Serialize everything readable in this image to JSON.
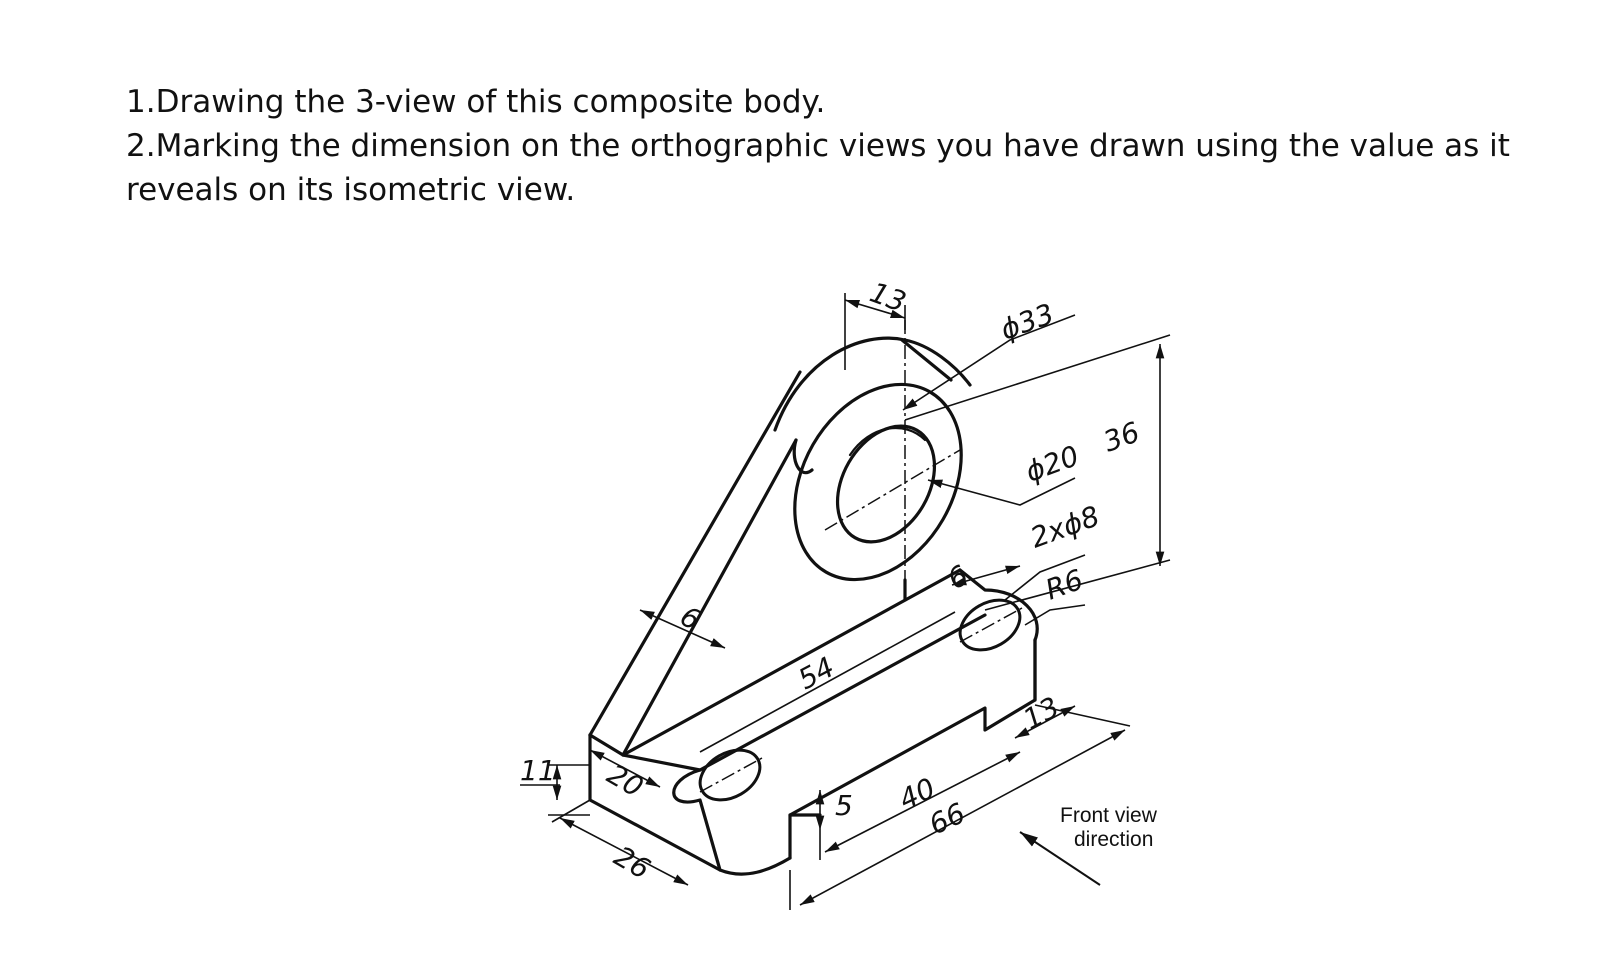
{
  "instructions": {
    "line1": "1.Drawing the 3-view of this composite body.",
    "line2": "2.Marking the dimension on the orthographic views you have drawn using the value as it reveals on its isometric view."
  },
  "dimensions": {
    "d13_top": "13",
    "d_outer_diameter": "ϕ33",
    "d_inner_diameter": "ϕ20",
    "d_height": "36",
    "d_holes": "2xϕ8",
    "d_radius": "R6",
    "d6_rib": "6",
    "d6_rear": "6",
    "d54": "54",
    "d13_slot": "13",
    "d11": "11",
    "d20": "20",
    "d26": "26",
    "d5": "5",
    "d40": "40",
    "d66": "66"
  },
  "front_view_label": {
    "line1": "Front view",
    "line2": "direction"
  }
}
